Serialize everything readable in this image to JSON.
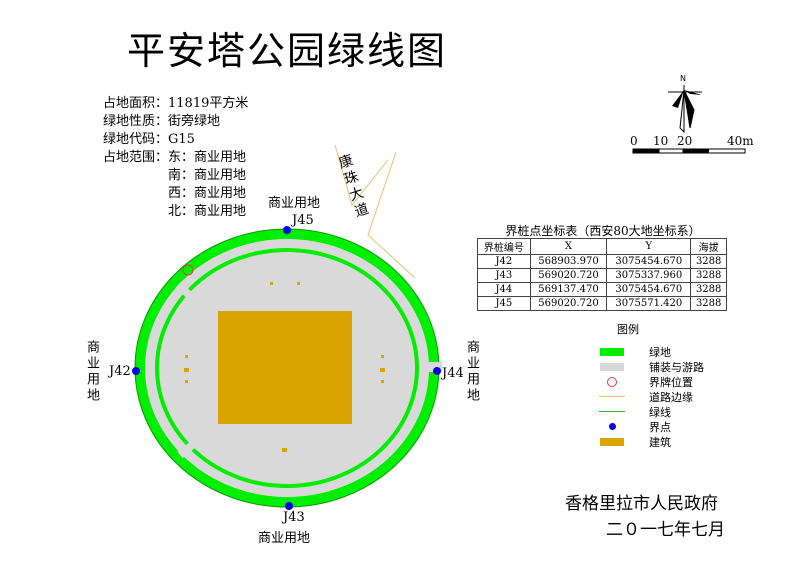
{
  "title": "平安塔公园绿线图",
  "info": [
    "占地面积：11819平方米",
    "绿地性质：街旁绿地",
    "绿地代码：G15",
    "占地范围：东：商业用地",
    "南：商业用地",
    "西：商业用地",
    "北：商业用地"
  ],
  "road_name": "康珠大道",
  "surroundings": {
    "north": "商业用地",
    "south": "商业用地",
    "west": "商业用地",
    "east": "商业用地"
  },
  "points": {
    "j45": "J45",
    "j43": "J43",
    "j42": "J42",
    "j44": "J44"
  },
  "scale": {
    "n": "N",
    "ticks": [
      "0",
      "10",
      "20",
      "40m"
    ]
  },
  "table": {
    "title": "界桩点坐标表（西安80大地坐标系）",
    "headers": [
      "界桩编号",
      "X",
      "Y",
      "海拔"
    ],
    "rows": [
      [
        "J42",
        "568903.970",
        "3075454.670",
        "3288"
      ],
      [
        "J43",
        "569020.720",
        "3075337.960",
        "3288"
      ],
      [
        "J44",
        "569137.470",
        "3075454.670",
        "3288"
      ],
      [
        "J45",
        "569020.720",
        "3075571.420",
        "3288"
      ]
    ]
  },
  "legend": {
    "title": "图例",
    "items": [
      "绿地",
      "铺装与游路",
      "界牌位置",
      "道路边缘",
      "绿线",
      "界点",
      "建筑"
    ]
  },
  "colors": {
    "green": "#00ee00",
    "gray": "#d9d9d9",
    "building": "#dba300",
    "point": "#0000ee",
    "road": "#e8c070"
  },
  "footer": {
    "org": "香格里拉市人民政府",
    "date": "二０一七年七月"
  }
}
